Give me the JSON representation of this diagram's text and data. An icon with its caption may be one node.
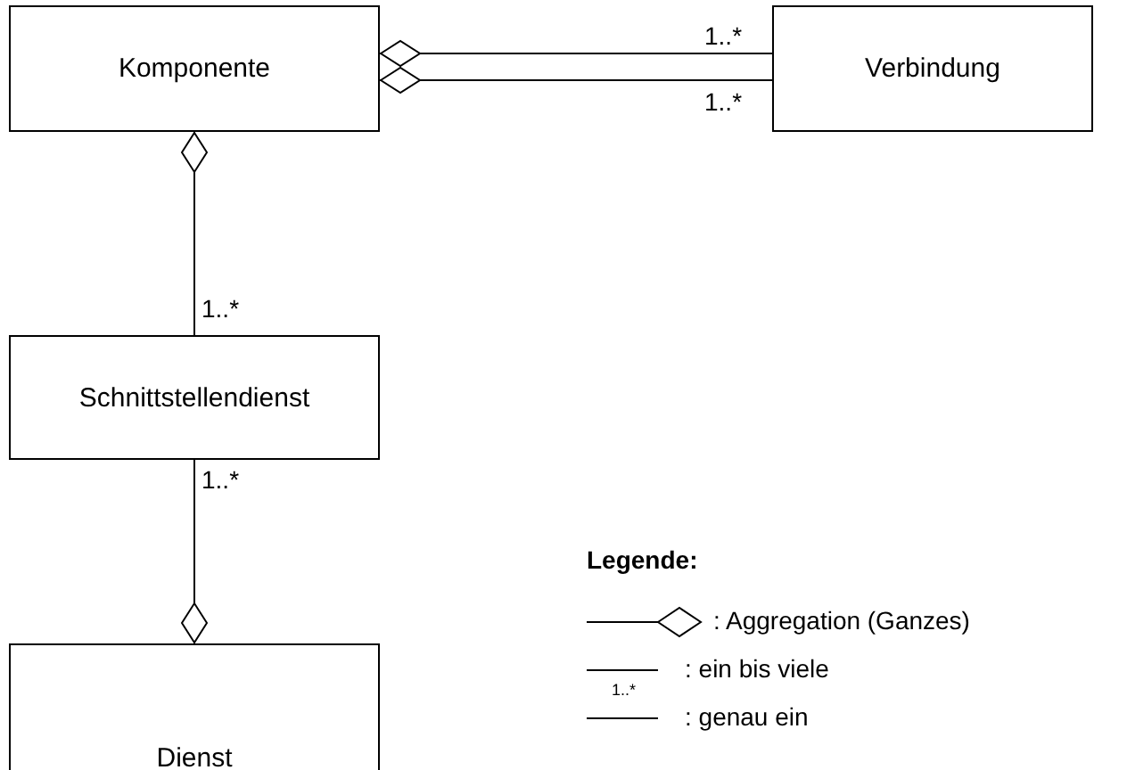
{
  "diagram": {
    "nodes": [
      {
        "text": [
          "Komponente"
        ]
      },
      {
        "text": [
          "Verbindung"
        ]
      },
      {
        "text": [
          "Schnittstellendienst"
        ]
      },
      {
        "text": [
          "Dienst"
        ]
      }
    ],
    "edges": [
      {
        "from": 0,
        "to": 1,
        "arrow": "other",
        "label": "1..*"
      },
      {
        "from": 0,
        "to": 1,
        "arrow": "other",
        "label": "1..*"
      },
      {
        "from": 0,
        "to": 2,
        "arrow": "other",
        "label": "1..*"
      },
      {
        "from": 3,
        "to": 2,
        "arrow": "other",
        "label": "1..*"
      }
    ],
    "labels": [
      "Legende:",
      "1..*"
    ],
    "legend": [
      {
        "text": ": Aggregation (Ganzes)"
      },
      {
        "text": ": ein bis viele"
      },
      {
        "text": ": genau ein"
      }
    ]
  }
}
